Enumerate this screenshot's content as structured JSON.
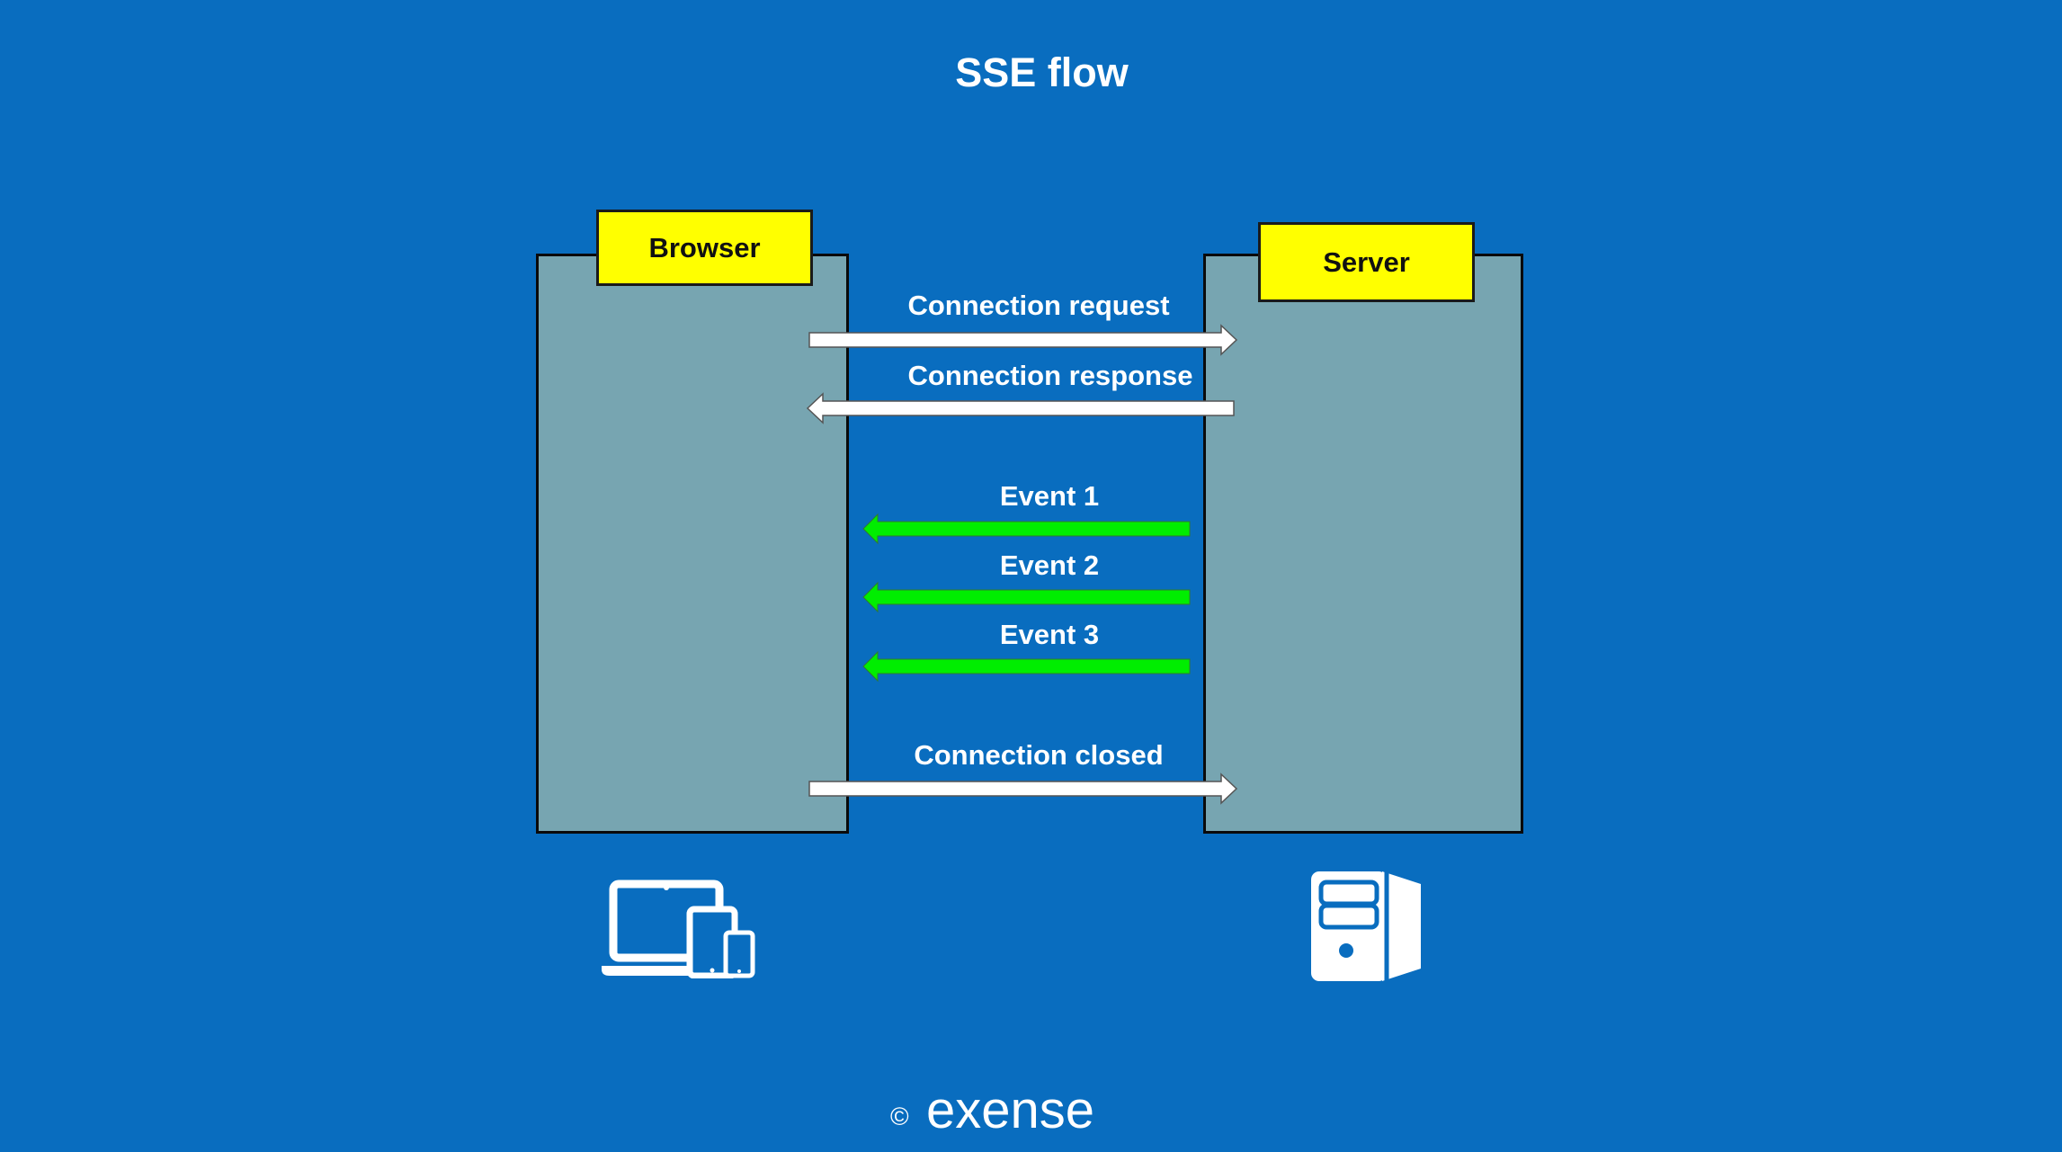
{
  "title": "SSE flow",
  "participants": {
    "browser": "Browser",
    "server": "Server"
  },
  "messages": {
    "connection_request": "Connection request",
    "connection_response": "Connection response",
    "event_1": "Event 1",
    "event_2": "Event 2",
    "event_3": "Event 3",
    "connection_closed": "Connection closed"
  },
  "icons": {
    "browser": "devices-icon",
    "server": "server-icon"
  },
  "colors": {
    "background": "#096dbf",
    "panel": "#77a5b1",
    "label_box": "#ffff00",
    "event_arrow": "#00ee00",
    "connection_arrow": "#ffffff"
  },
  "footer": {
    "copyright": "©",
    "brand": "exense"
  }
}
